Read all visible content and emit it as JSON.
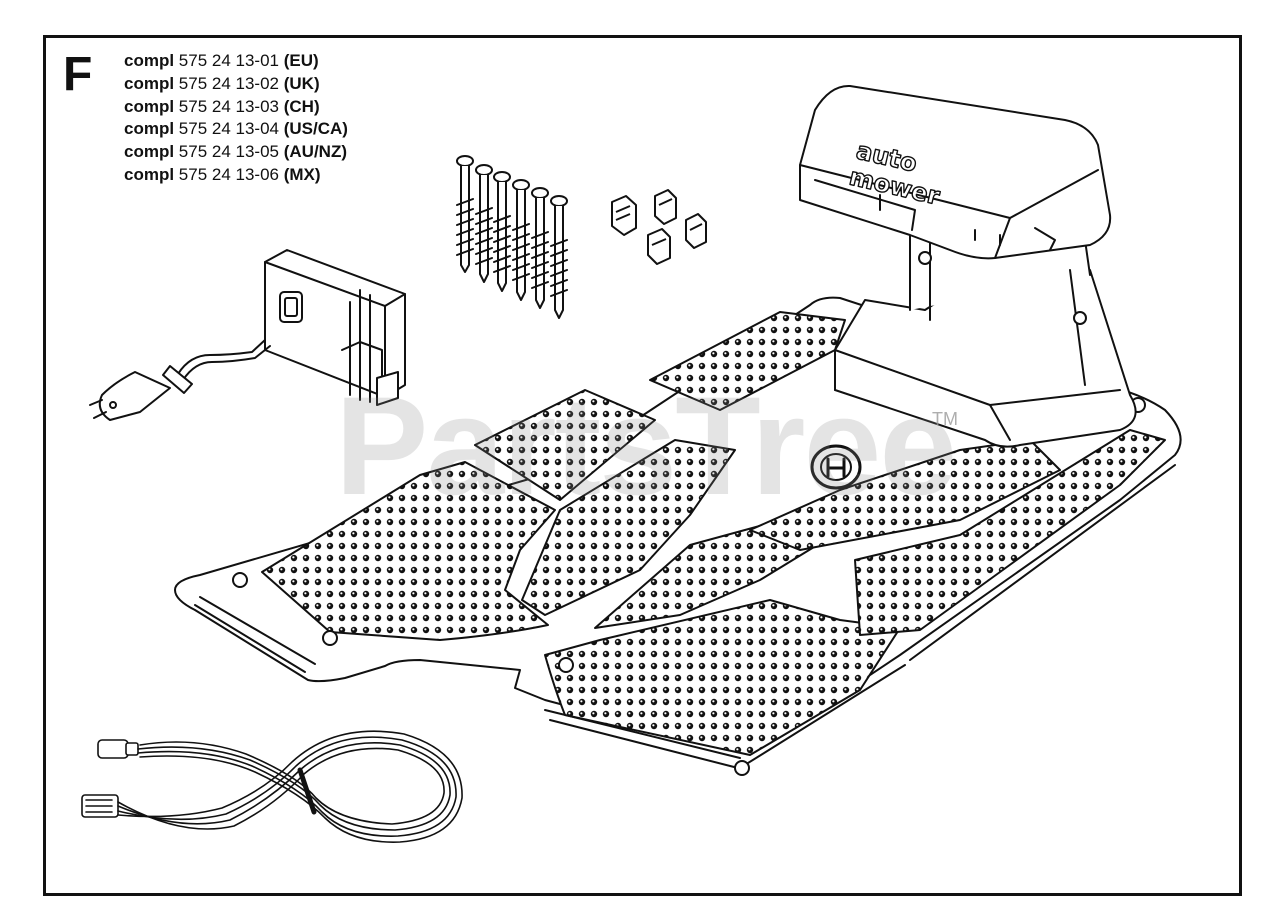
{
  "diagram": {
    "section_letter": "F",
    "parts": [
      {
        "word": "compl",
        "number": "575 24 13-01",
        "region": "(EU)"
      },
      {
        "word": "compl",
        "number": "575 24 13-02",
        "region": "(UK)"
      },
      {
        "word": "compl",
        "number": "575 24 13-03",
        "region": "(CH)"
      },
      {
        "word": "compl",
        "number": "575 24 13-04",
        "region": "(US/CA)"
      },
      {
        "word": "compl",
        "number": "575 24 13-05",
        "region": "(AU/NZ)"
      },
      {
        "word": "compl",
        "number": "575 24 13-06",
        "region": "(MX)"
      }
    ],
    "station_label": [
      "auto",
      "mower"
    ],
    "watermark": "PartsTree",
    "watermark_tm": "TM"
  },
  "colors": {
    "line": "#111111",
    "watermark": "#8a8a8a"
  },
  "icons": [
    "power-supply-icon",
    "screw-icon",
    "connector-icon",
    "charging-station-icon",
    "low-voltage-cable-icon"
  ]
}
